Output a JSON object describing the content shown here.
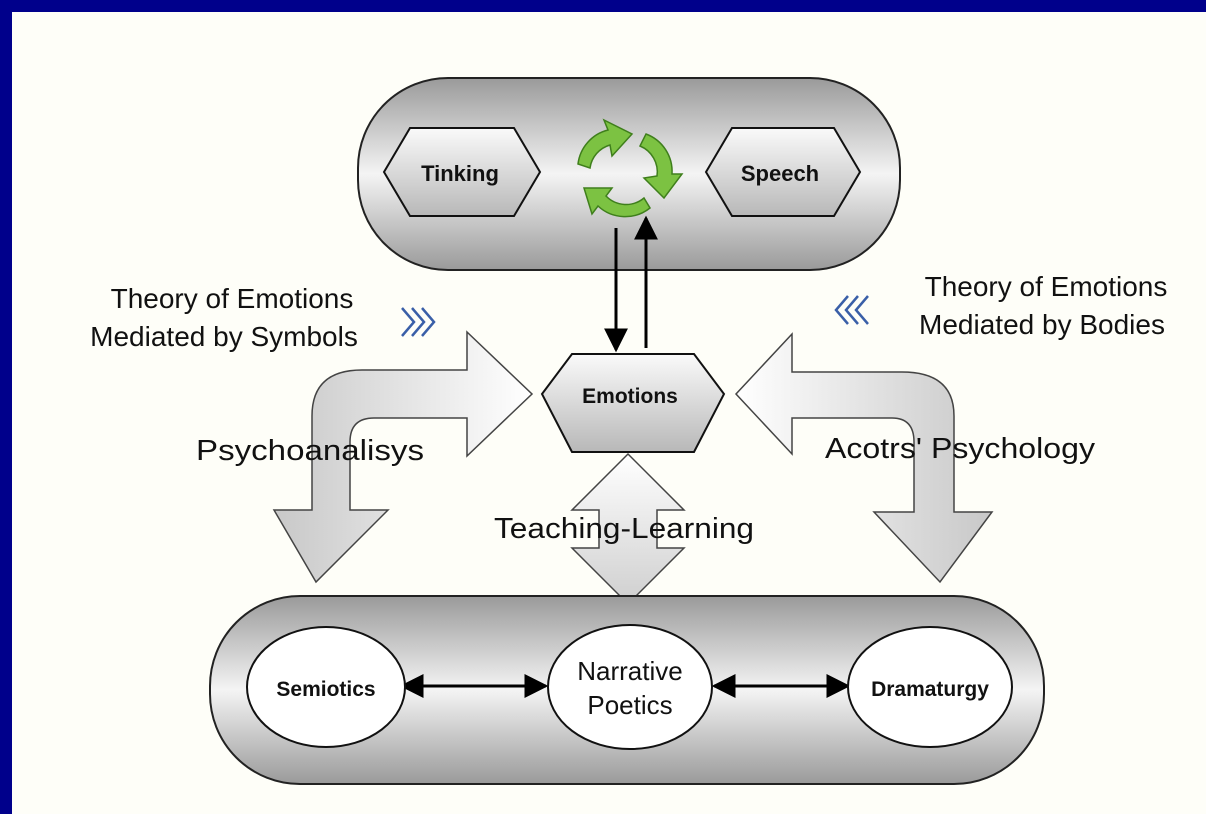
{
  "colors": {
    "frame": "#00008b",
    "background": "#fefef8",
    "cycle_green": "#7cc242",
    "chevron_blue": "#3a5fa8"
  },
  "top_group": {
    "node_left": "Tinking",
    "node_right": "Speech",
    "cycle_icon": "refresh-cycle-icon"
  },
  "center_node": "Emotions",
  "left_theory": {
    "line1": "Theory of Emotions",
    "line2": "Mediated by Symbols",
    "chevron_icon": "double-chevron-right-icon"
  },
  "right_theory": {
    "line1": "Theory of Emotions",
    "line2": "Mediated by Bodies",
    "chevron_icon": "double-chevron-left-icon"
  },
  "left_arrow_label": "Psychoanalisys",
  "right_arrow_label": "Acotrs' Psychology",
  "center_arrow_label": "Teaching-Learning",
  "bottom_group": {
    "node_left": "Semiotics",
    "node_center_line1": "Narrative",
    "node_center_line2": "Poetics",
    "node_right": "Dramaturgy"
  }
}
